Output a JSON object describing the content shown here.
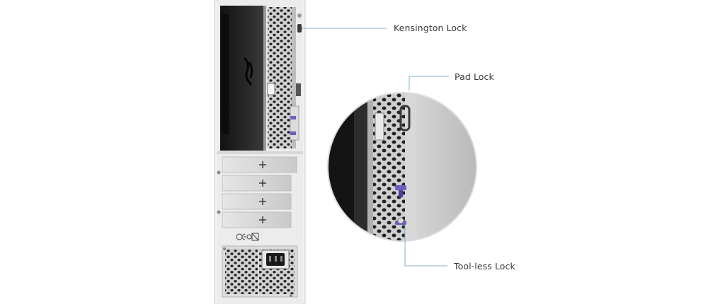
{
  "callouts": {
    "kensington": {
      "label": "Kensington Lock"
    },
    "padlock": {
      "label": "Pad Lock"
    },
    "toolless": {
      "label": "Tool-less Lock"
    }
  },
  "colors": {
    "callout_line": "#7fb6c9",
    "chassis": "#ececec",
    "bay": "#1c1c1c",
    "lock_accent": "#6b5fc0"
  },
  "icons": {
    "card_slot": "plus-icon"
  }
}
